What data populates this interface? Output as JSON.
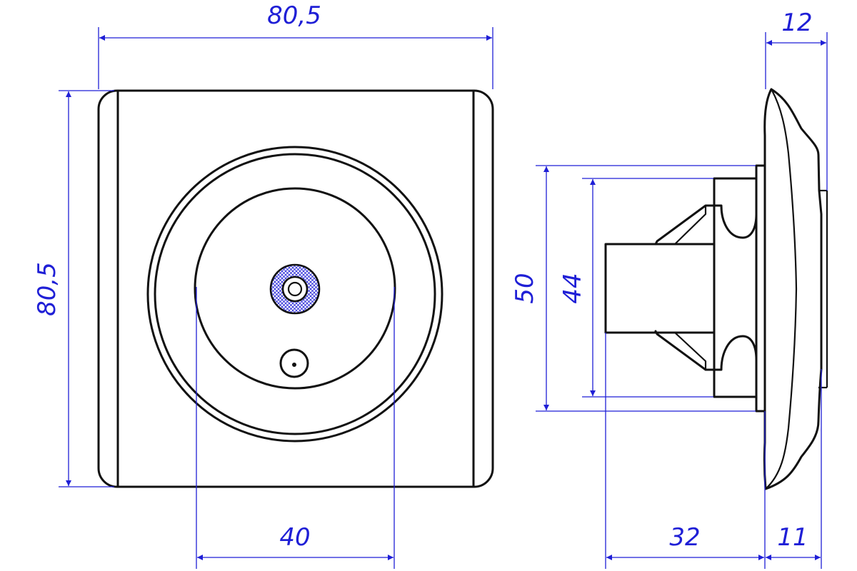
{
  "colors": {
    "outline": "#111111",
    "dimension": "#1f1fd6",
    "hatch": "#1f1fd6",
    "background": "#ffffff"
  },
  "dimensions": {
    "front_width": "80,5",
    "front_height": "80,5",
    "insert_width": "40",
    "side_depth_total": "12",
    "side_height_outer": "50",
    "side_height_inner": "44",
    "side_body_depth": "32",
    "side_frame_depth": "11"
  }
}
